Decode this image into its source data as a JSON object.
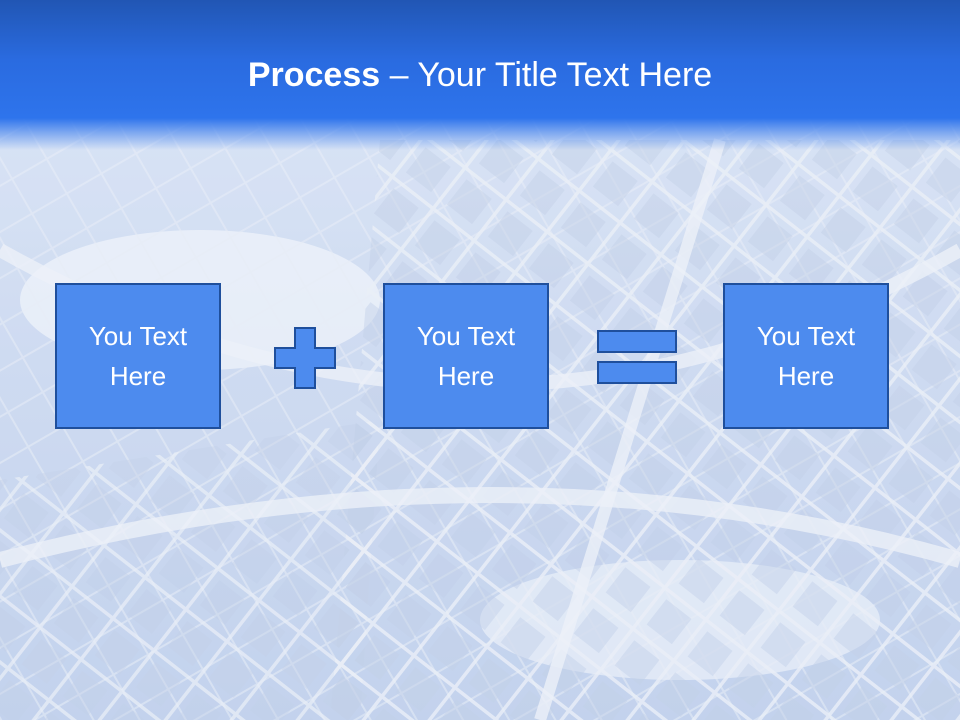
{
  "slide": {
    "title_bold": "Process",
    "title_rest": " – Your Title Text Here"
  },
  "boxes": [
    {
      "text": "You Text\nHere"
    },
    {
      "text": "You Text\nHere"
    },
    {
      "text": "You Text\nHere"
    }
  ],
  "operators": [
    "plus-icon",
    "equals-icon"
  ],
  "colors": {
    "header": "#2a6be0",
    "box_fill": "#4d8bee",
    "box_border": "#1f4f9c",
    "background": "#c9d6ee"
  }
}
